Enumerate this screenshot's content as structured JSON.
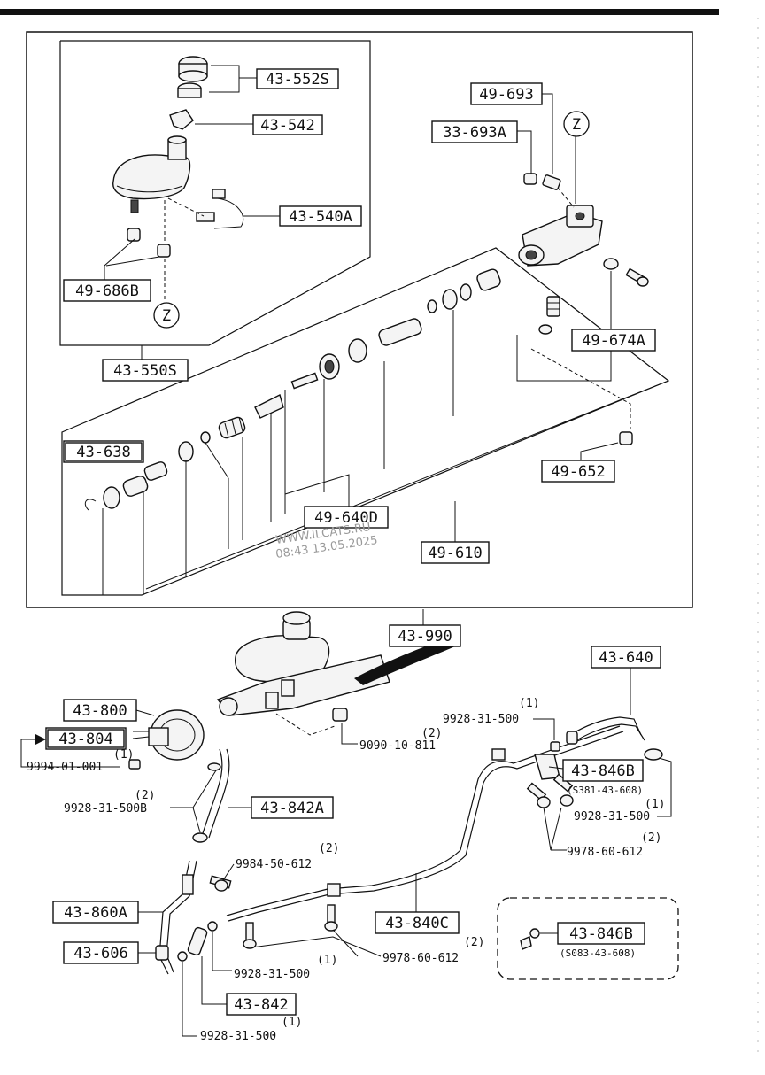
{
  "callouts": {
    "c43_552S": "43-552S",
    "c43_542": "43-542",
    "c43_540A": "43-540A",
    "c49_686B": "49-686B",
    "z_left": "Z",
    "c43_550S": "43-550S",
    "c49_693": "49-693",
    "c33_693A": "33-693A",
    "z_right": "Z",
    "c49_674A": "49-674A",
    "c49_652": "49-652",
    "c43_638": "43-638",
    "c49_640D": "49-640D",
    "c49_610": "49-610",
    "c43_990": "43-990",
    "c43_640": "43-640",
    "c43_800": "43-800",
    "c43_804": "43-804",
    "c43_846B_top": "43-846B",
    "c43_842A": "43-842A",
    "c43_860A": "43-860A",
    "c43_606": "43-606",
    "c43_840C": "43-840C",
    "c43_846B_box": "43-846B",
    "c43_842": "43-842"
  },
  "part_numbers": {
    "p9090_10_811": "9090-10-811",
    "q9090": "(2)",
    "p9928_top": "9928-31-500",
    "q9928_top": "(1)",
    "p9994": "9994-01-001",
    "q9994": "(1)",
    "p9928_500B": "9928-31-500B",
    "q9928_500B": "(2)",
    "p9928_right": "9928-31-500",
    "q9928_right": "(1)",
    "p9978_right": "9978-60-612",
    "q9978_right": "(2)",
    "p9984": "9984-50-612",
    "q9984": "(2)",
    "p9978_bottom": "9978-60-612",
    "q9978_bottom": "(2)",
    "p9928_mid": "9928-31-500",
    "q9928_mid": "(1)",
    "p9928_bot": "9928-31-500",
    "q9928_bot": "(1)"
  },
  "notes": {
    "s381": "(S381-43-608)",
    "s083": "(S083-43-608)"
  },
  "watermark": {
    "site": "WWW.ILCATS.RU",
    "stamp": "08:43 13.05.2025"
  }
}
